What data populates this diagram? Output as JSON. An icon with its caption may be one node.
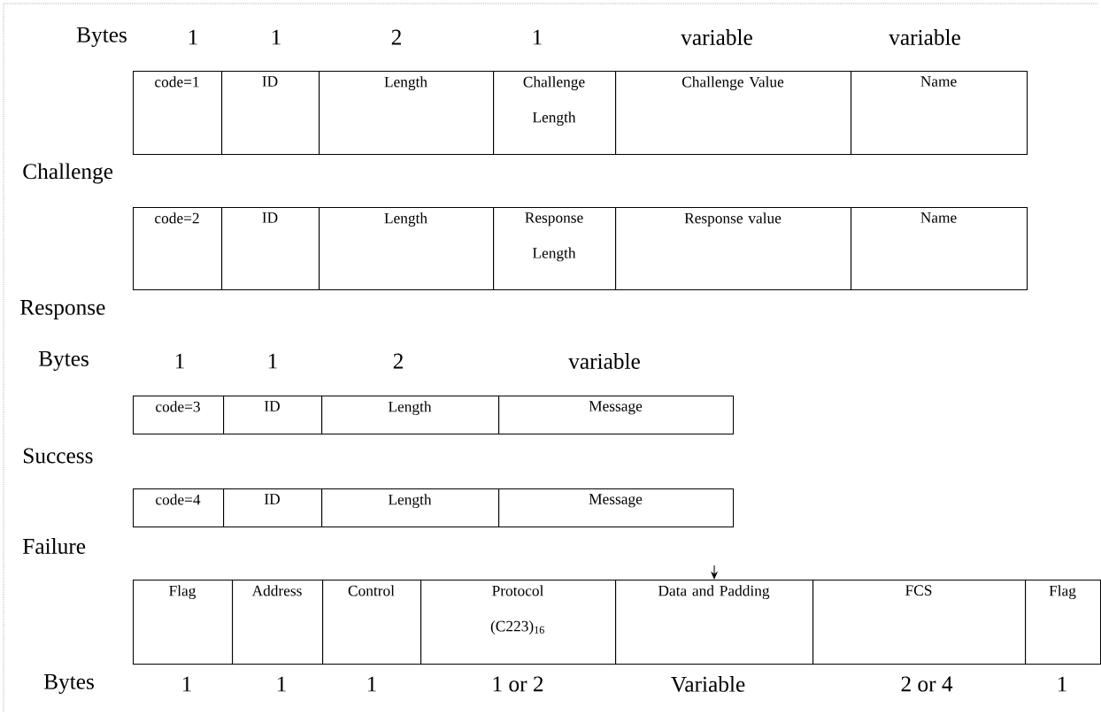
{
  "diagram": {
    "nodes": [
      {
        "text": [
          "code=1"
        ]
      },
      {
        "text": [
          "ID"
        ]
      },
      {
        "text": [
          "Length"
        ]
      },
      {
        "text": [
          "Challenge Length"
        ]
      },
      {
        "text": [
          "Challenge Value"
        ]
      },
      {
        "text": [
          "Name"
        ]
      },
      {
        "text": [
          "code=2"
        ]
      },
      {
        "text": [
          "ID"
        ]
      },
      {
        "text": [
          "Length"
        ]
      },
      {
        "text": [
          "Response Length"
        ]
      },
      {
        "text": [
          "Response value"
        ]
      },
      {
        "text": [
          "Name"
        ]
      },
      {
        "text": [
          "code=3"
        ]
      },
      {
        "text": [
          "ID"
        ]
      },
      {
        "text": [
          "Length"
        ]
      },
      {
        "text": [
          "Message"
        ]
      },
      {
        "text": [
          "code=4"
        ]
      },
      {
        "text": [
          "ID"
        ]
      },
      {
        "text": [
          "Length"
        ]
      },
      {
        "text": [
          "Message"
        ]
      },
      {
        "text": [
          "Flag"
        ]
      },
      {
        "text": [
          "Address"
        ]
      },
      {
        "text": [
          "Control"
        ]
      },
      {
        "text": [
          "Protocol (C223)$_{16}$"
        ]
      },
      {
        "text": [
          "Data and Padding"
        ]
      },
      {
        "text": [
          "FCS"
        ]
      },
      {
        "text": [
          "Flag"
        ]
      }
    ],
    "edges": [
      {
        "from": null,
        "to": 24,
        "arrow": "to"
      }
    ],
    "labels": [
      "Bytes",
      "1",
      "1",
      "2",
      "1",
      "variable",
      "variable",
      "Challenge",
      "Response",
      "Bytes",
      "1",
      "1",
      "2",
      "variable",
      "Success",
      "Failure",
      "Bytes",
      "1",
      "1",
      "1",
      "1 or 2",
      "Variable",
      "2 or 4",
      "1"
    ]
  }
}
